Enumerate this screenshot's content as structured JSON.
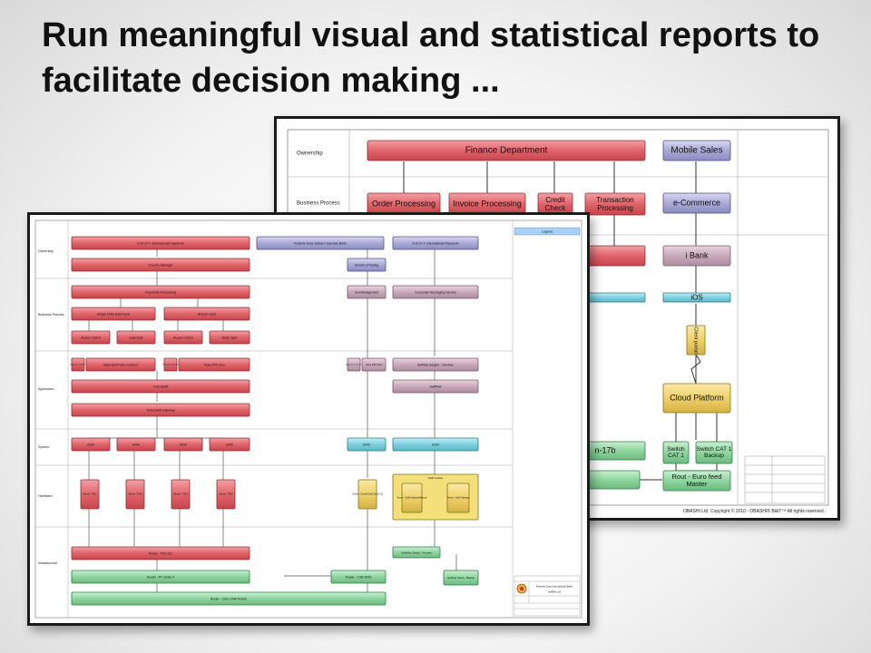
{
  "slide": {
    "title": "Run meaningful visual and statistical reports to facilitate decision making ..."
  },
  "back_diagram": {
    "lanes": [
      "Ownership",
      "Business Process"
    ],
    "finance": "Finance Department",
    "mobile_sales": "Mobile Sales",
    "order_processing": "Order Processing",
    "invoice_processing": "Invoice Processing",
    "credit_check": "Credit Check",
    "transaction_processing": "Transaction Processing",
    "ecommerce": "e-Commerce",
    "ibank": "i Bank",
    "ios": "iOS",
    "client_portal": "Client portal",
    "cloud_platform": "Cloud Platform",
    "n17b": "n-17b",
    "switch_cat1": "Switch CAT 1",
    "switch_cat1_backup": "Switch CAT 1 Backup",
    "rout_euro": "Rout - Euro feed Master",
    "copyright": "OBASHI Ltd. Copyright © 2010 - OBASHI® B&IT™ All rights reserved."
  },
  "front_diagram": {
    "lanes": [
      "Ownership",
      "Business Process",
      "Application",
      "System",
      "Hardware",
      "Infrastructure"
    ],
    "header_right": "Legend",
    "owners": [
      "S.W.I.F.T. International Payments",
      "Roberts Gray Global Corporate Bank",
      "S.W.I.F.T. International Payments"
    ],
    "country_manager": "Country Manager",
    "director_trading": "Director of Trading",
    "payments_processing": "Payments Processing",
    "deal_management": "Deal Management",
    "corporate_messaging": "Corporate Messaging Service",
    "single_entry": "Single Entry Data Input",
    "branch_input": "Branch Input",
    "bp_small": [
      "Access Control",
      "Data Input",
      "Access Control",
      "Batch Input"
    ],
    "app_small_a": "Releaser Checker",
    "bank_connect": "Bank Gen/Turbo Connect",
    "app_small_b": "Releaser Checker",
    "triple_pro": "Triple PRO Plus",
    "app_small_c": "Releaser Checker",
    "triple_pro_2": "Triple PRO Plus",
    "swiftnet_adaptor": "SwiftNet Adaptor - Interface",
    "turboswift": "TurboSwift",
    "swiftnet": "SwiftNet",
    "turboswift_gateway": "TurboSwift Gateway",
    "systems": [
      "UNIX",
      "UNIX",
      "UNIX",
      "UNIX",
      "UNIX",
      "UNIX"
    ],
    "servers": [
      "Server - P5/1",
      "Server - P5/2",
      "Server - P5/3",
      "Server - P5/4"
    ],
    "swift_cluster": "Swift Cluster",
    "server_central": "Server - Central Deal Server 01",
    "server_swift_backup": "Server - Swift Gateway Backup",
    "server_swift_gateway": "Server - Swift Gateway",
    "router_p": "Router - P5/1 001",
    "swiftnet_switch_primary": "SwiftNet Switch - Primary",
    "router_att": "Router - AT Centre 4",
    "router_cisco": "Router - CISK 8015",
    "swiftnet_switch_backup": "SwiftNet Switch - Backup",
    "router_cisco_cwf": "Router - Cisco CWF Router",
    "titleblock_company": "Roberts Gray International Bank",
    "titleblock_sub": "SwiftNet Link"
  },
  "colors": {
    "red": "#e0646b",
    "blue": "#a9aad6",
    "mauve": "#c9a9b9",
    "green": "#8fd49f",
    "teal": "#7fd0de",
    "yellow": "#efd16a"
  }
}
